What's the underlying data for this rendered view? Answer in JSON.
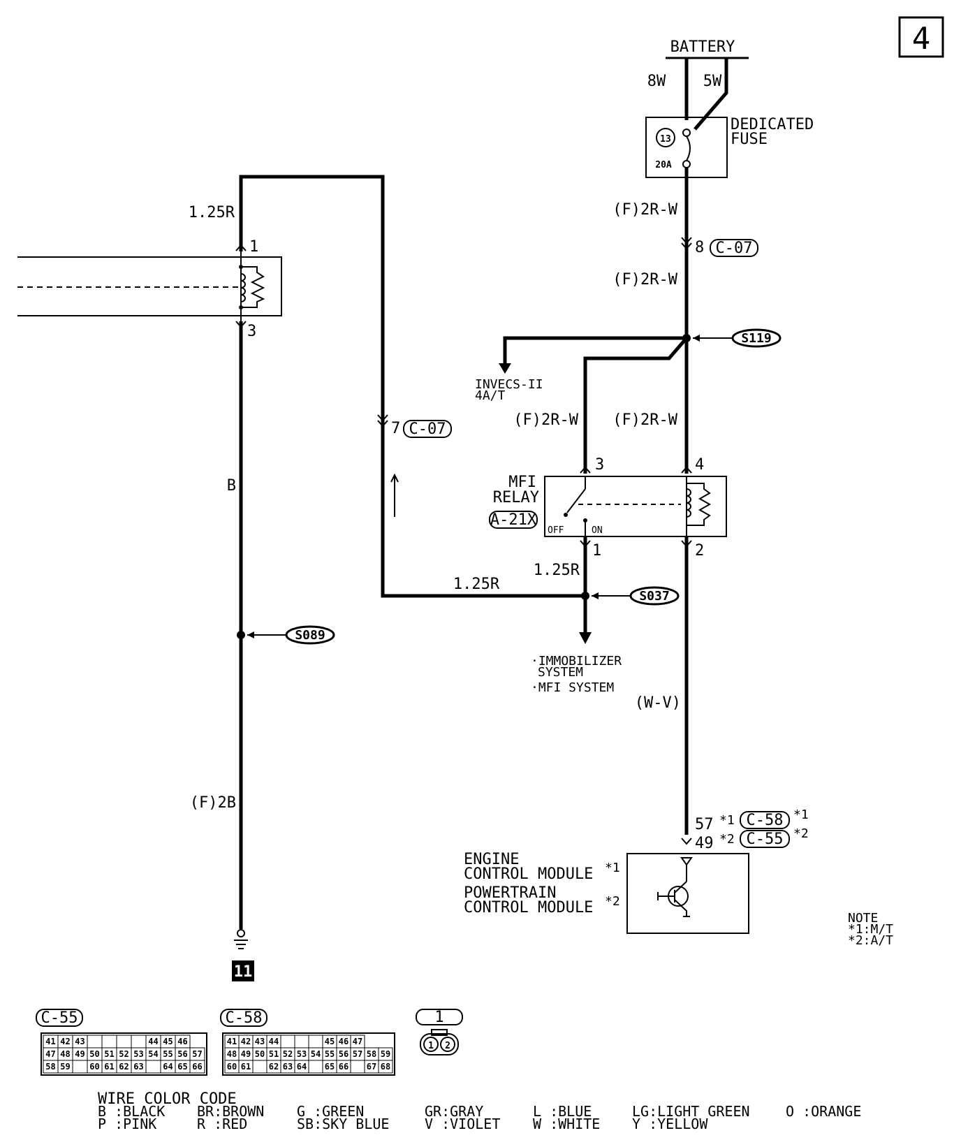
{
  "page_number": "4",
  "battery": {
    "label": "BATTERY",
    "wire_left": "8W",
    "wire_right": "5W"
  },
  "fuse": {
    "title_line1": "DEDICATED",
    "title_line2": "FUSE",
    "number": "13",
    "rating": "20A"
  },
  "wires": {
    "fuse_out": "(F)2R-W",
    "c07_pin": "8",
    "c07_connector": "C-07",
    "c07_below": "(F)2R-W",
    "branch_mid": "(F)2R-W",
    "branch_right": "(F)2R-W",
    "left_top": "1.25R",
    "left_mid": "B",
    "left_low": "(F)2B",
    "relay_out": "1.25R",
    "horizontal": "1.25R",
    "c07_left_pin": "7",
    "c07_left_connector": "C-07",
    "ecm_wire": "(W-V)"
  },
  "splices": {
    "s119": "S119",
    "s037": "S037",
    "s089": "S089"
  },
  "invecs": {
    "line1": "INVECS-II",
    "line2": "4A/T"
  },
  "coil_component": {
    "pin_top": "1",
    "pin_bottom": "3"
  },
  "relay": {
    "title_line1": "MFI",
    "title_line2": "RELAY",
    "connector": "A-21X",
    "pin3": "3",
    "pin4": "4",
    "pin1": "1",
    "pin2": "2",
    "off": "OFF",
    "on": "ON"
  },
  "destinations": {
    "line1": "·IMMOBILIZER",
    "line2": "SYSTEM",
    "line3": "·MFI SYSTEM"
  },
  "ecm": {
    "pin57": "57",
    "star1": "*1",
    "conn_c58": "C-58",
    "star1b": "*1",
    "pin49": "49",
    "star2": "*2",
    "conn_c55": "C-55",
    "star2b": "*2",
    "line1": "ENGINE",
    "line2": "CONTROL MODULE",
    "mark1": "*1",
    "line3": "POWERTRAIN",
    "line4": "CONTROL MODULE",
    "mark2": "*2"
  },
  "ground": {
    "number": "11"
  },
  "note": {
    "title": "NOTE",
    "line1": "*1:M/T",
    "line2": "*2:A/T"
  },
  "connectors": {
    "c55": {
      "label": "C-55",
      "row1": [
        "41",
        "42",
        "43",
        "",
        "",
        "",
        "",
        "44",
        "45",
        "46"
      ],
      "row2": [
        "47",
        "48",
        "49",
        "50",
        "51",
        "52",
        "53",
        "54",
        "55",
        "56",
        "57"
      ],
      "row3": [
        "58",
        "59",
        "",
        "60",
        "61",
        "62",
        "63",
        "",
        "64",
        "65",
        "66"
      ]
    },
    "c58": {
      "label": "C-58",
      "row1": [
        "41",
        "42",
        "43",
        "44",
        "",
        "",
        "",
        "45",
        "46",
        "47"
      ],
      "row2": [
        "48",
        "49",
        "50",
        "51",
        "52",
        "53",
        "54",
        "55",
        "56",
        "57",
        "58",
        "59"
      ],
      "row3": [
        "60",
        "61",
        "",
        "62",
        "63",
        "64",
        "",
        "65",
        "66",
        "",
        "67",
        "68"
      ]
    },
    "c1": {
      "label": "1",
      "pin1": "1",
      "pin2": "2"
    }
  },
  "color_code": {
    "title": "WIRE COLOR CODE",
    "row1": [
      "B :BLACK",
      "BR:BROWN",
      "G :GREEN",
      "GR:GRAY",
      "L :BLUE",
      "LG:LIGHT GREEN",
      "O :ORANGE"
    ],
    "row2": [
      "P :PINK",
      "R :RED",
      "SB:SKY BLUE",
      "V :VIOLET",
      "W :WHITE",
      "Y :YELLOW"
    ]
  }
}
